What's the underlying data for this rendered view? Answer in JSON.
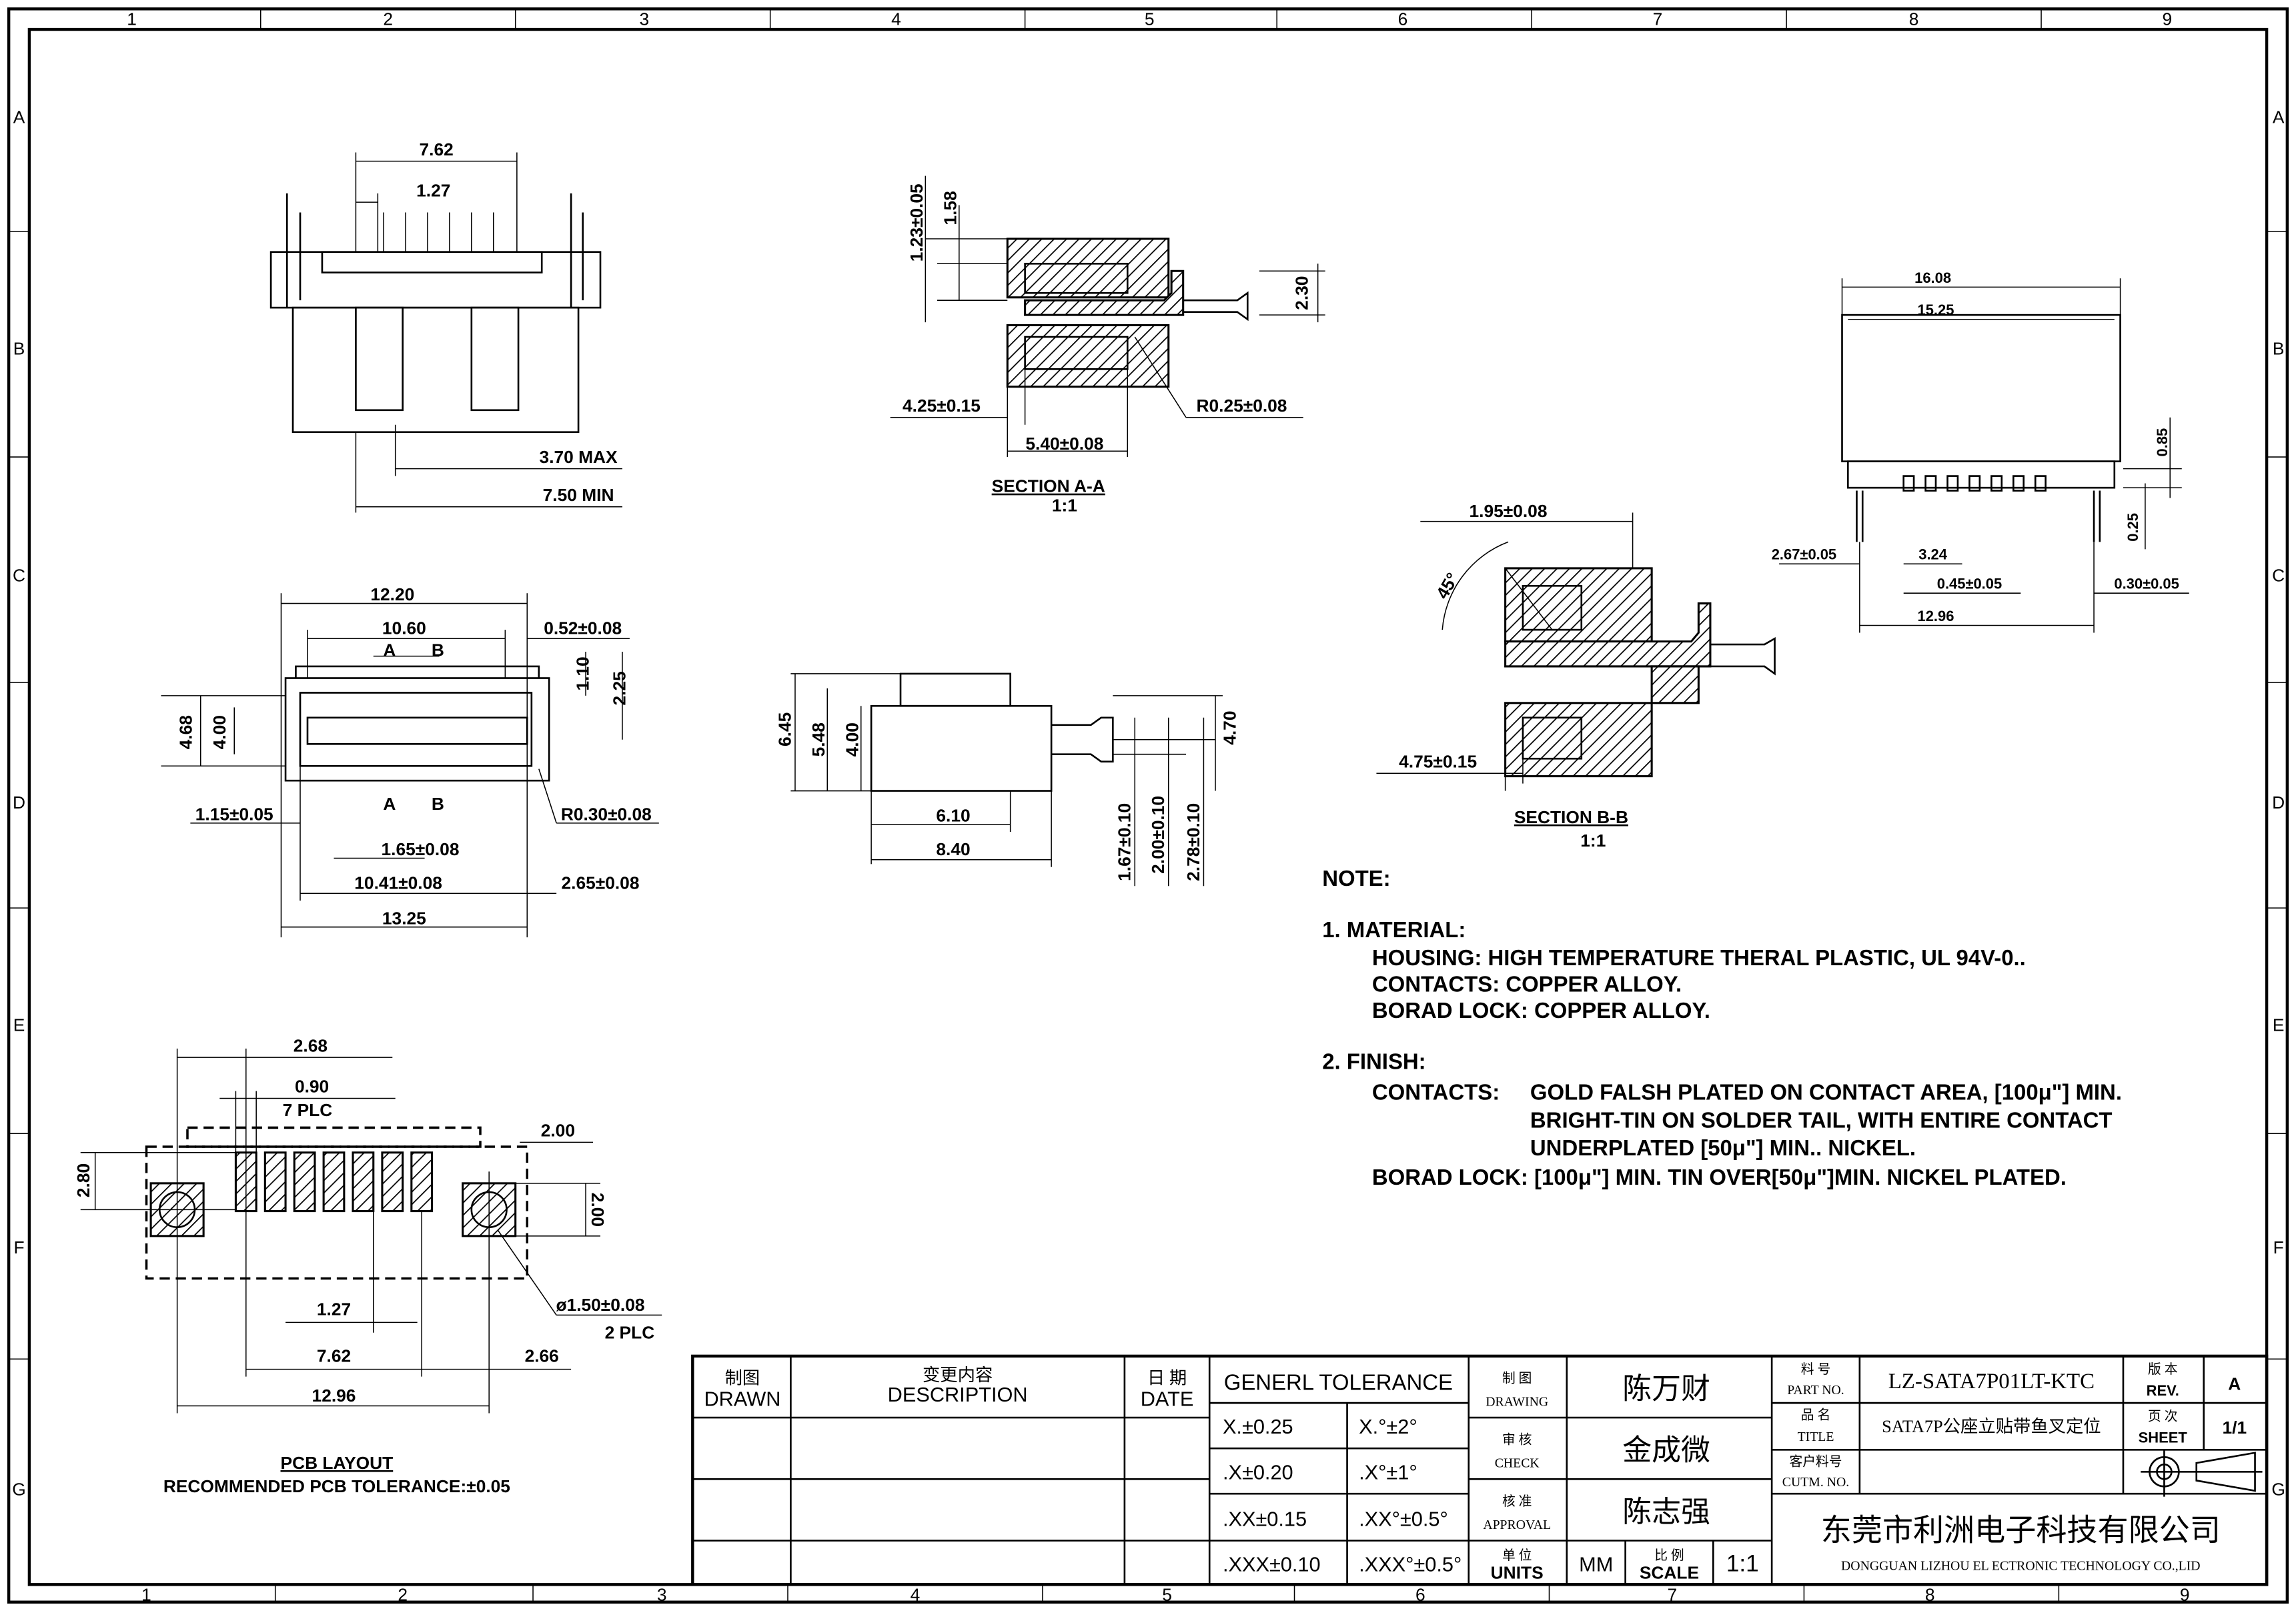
{
  "zones": {
    "columns": [
      "1",
      "2",
      "3",
      "4",
      "5",
      "6",
      "7",
      "8",
      "9"
    ],
    "rows": [
      "A",
      "B",
      "C",
      "D",
      "E",
      "F",
      "G"
    ]
  },
  "front_view": {
    "dims": [
      "7.62",
      "1.27",
      "3.70 MAX",
      "7.50 MIN"
    ]
  },
  "section_a": {
    "dims": [
      "1.23±0.05",
      "1.58",
      "2.30",
      "4.25±0.15",
      "5.40±0.08",
      "R0.25±0.08"
    ],
    "title": "SECTION A-A",
    "scale": "1:1"
  },
  "top_view": {
    "dims": [
      "12.20",
      "10.60",
      "A",
      "B",
      "0.52±0.08",
      "1.10",
      "2.25",
      "4.68",
      "4.00",
      "1.15±0.05",
      "A",
      "B",
      "R0.30±0.08",
      "1.65±0.08",
      "10.41±0.08",
      "2.65±0.08",
      "13.25"
    ]
  },
  "side_view": {
    "dims": [
      "6.45",
      "5.48",
      "4.00",
      "4.70",
      "6.10",
      "8.40",
      "1.67±0.10",
      "2.00±0.10",
      "2.78±0.10"
    ]
  },
  "section_b": {
    "dims": [
      "1.95±0.08",
      "45°",
      "4.75±0.15"
    ],
    "title": "SECTION B-B",
    "scale": "1:1"
  },
  "right_view": {
    "dims": [
      "16.08",
      "15.25",
      "0.85",
      "0.25",
      "2.67±0.05",
      "3.24",
      "0.45±0.05",
      "0.30±0.05",
      "12.96"
    ]
  },
  "pcb_layout": {
    "dims": [
      "2.68",
      "0.90",
      "7 PLC",
      "2.00",
      "2.80",
      "2.00",
      "ø1.50±0.08",
      "2 PLC",
      "1.27",
      "7.62",
      "2.66",
      "12.96"
    ],
    "title": "PCB LAYOUT",
    "subtitle": "RECOMMENDED PCB TOLERANCE:±0.05"
  },
  "notes": {
    "heading": "NOTE:",
    "material_heading": "1. MATERIAL:",
    "material": [
      "HOUSING: HIGH TEMPERATURE THERAL PLASTIC, UL 94V-0..",
      "CONTACTS: COPPER ALLOY.",
      "BORAD LOCK: COPPER ALLOY."
    ],
    "finish_heading": "2. FINISH:",
    "contacts_label": "CONTACTS:",
    "contacts": [
      "GOLD FALSH PLATED ON CONTACT AREA,  [100μ\"] MIN.",
      "BRIGHT-TIN ON SOLDER TAIL, WITH ENTIRE CONTACT",
      "UNDERPLATED   [50μ\"] MIN.. NICKEL."
    ],
    "boardlock": "BORAD LOCK: [100μ\"] MIN. TIN OVER[50μ\"]MIN.  NICKEL PLATED."
  },
  "title_block": {
    "drawn_cn": "制图",
    "drawn_en": "DRAWN",
    "desc_cn": "变更内容",
    "desc_en": "DESCRIPTION",
    "date_cn": "日 期",
    "date_en": "DATE",
    "tolerance_heading": "GENERL  TOLERANCE",
    "tolerances": [
      [
        "X.±0.25",
        "X.°±2°"
      ],
      [
        ".X±0.20",
        ".X°±1°"
      ],
      [
        ".XX±0.15",
        ".XX°±0.5°"
      ],
      [
        ".XXX±0.10",
        ".XXX°±0.5°"
      ]
    ],
    "drawing_cn": "制 图",
    "drawing_en": "DRAWING",
    "drawing_name": "陈万财",
    "check_cn": "审 核",
    "check_en": "CHECK",
    "check_name": "金成微",
    "approval_cn": "核 准",
    "approval_en": "APPROVAL",
    "approval_name": "陈志强",
    "units_cn": "单 位",
    "units_en": "UNITS",
    "units_value": "MM",
    "scale_cn": "比 例",
    "scale_en": "SCALE",
    "scale_value": "1:1",
    "part_cn": "料 号",
    "part_en": "PART NO.",
    "part_value": "LZ-SATA7P01LT-KTC",
    "title_cn": "品 名",
    "title_en": "TITLE",
    "title_value": "SATA7P公座立贴带鱼叉定位",
    "cutm_cn": "客户料号",
    "cutm_en": "CUTM. NO.",
    "cutm_value": "",
    "rev_cn": "版 本",
    "rev_en": "REV.",
    "rev_value": "A",
    "sheet_cn": "页 次",
    "sheet_en": "SHEET",
    "sheet_value": "1/1",
    "company_cn": "东莞市利洲电子科技有限公司",
    "company_en": "DONGGUAN LIZHOU EL ECTRONIC TECHNOLOGY CO.,LID"
  }
}
